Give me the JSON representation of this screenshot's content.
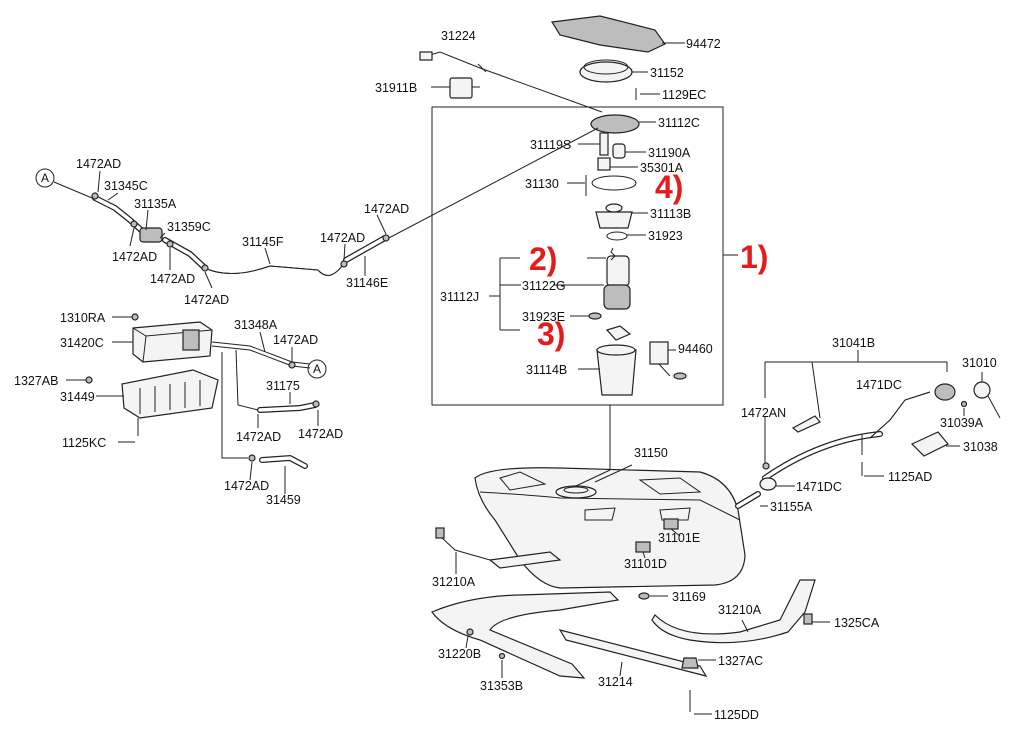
{
  "labels": {
    "l94472": "94472",
    "l31224": "31224",
    "l31152": "31152",
    "l31911B": "31911B",
    "l1129EC": "1129EC",
    "l31112C": "31112C",
    "l31119S": "31119S",
    "l31190A": "31190A",
    "l35301A": "35301A",
    "l31130": "31130",
    "l31113B": "31113B",
    "l31923": "31923",
    "l31112J": "31112J",
    "l31122G": "31122G",
    "l31923E": "31923E",
    "l94460": "94460",
    "l31114B": "31114B",
    "l1472AD_a": "1472AD",
    "l31345C": "31345C",
    "l31135A": "31135A",
    "l31359C": "31359C",
    "l1472AD_b": "1472AD",
    "l1472AD_c": "1472AD",
    "l1472AD_d": "1472AD",
    "l31145F": "31145F",
    "l1472AD_e": "1472AD",
    "l1472AD_f": "1472AD",
    "l31146E": "31146E",
    "l1310RA": "1310RA",
    "l31348A": "31348A",
    "l31420C": "31420C",
    "l1472AD_g": "1472AD",
    "l1327AB": "1327AB",
    "l31449": "31449",
    "l31175": "31175",
    "l1472AD_h": "1472AD",
    "l1472AD_i": "1472AD",
    "l1125KC": "1125KC",
    "l1472AD_j": "1472AD",
    "l31459": "31459",
    "l31041B": "31041B",
    "l31010": "31010",
    "l1471DC_a": "1471DC",
    "l31039A": "31039A",
    "l1472AN": "1472AN",
    "l31038": "31038",
    "l31150": "31150",
    "l1471DC_b": "1471DC",
    "l1125AD": "1125AD",
    "l31155A": "31155A",
    "l31101E": "31101E",
    "l31101D": "31101D",
    "l31210A_a": "31210A",
    "l31169": "31169",
    "l31210A_b": "31210A",
    "l1325CA": "1325CA",
    "l31220B": "31220B",
    "l1327AC": "1327AC",
    "l31353B": "31353B",
    "l31214": "31214",
    "l1125DD": "1125DD"
  },
  "connectors": {
    "a_left": "A",
    "a_right": "A"
  },
  "annotations": {
    "n1": "1)",
    "n2": "2)",
    "n3": "3)",
    "n4": "4)"
  },
  "colors": {
    "annotation_red": "#e51b1b",
    "line": "#222222"
  }
}
